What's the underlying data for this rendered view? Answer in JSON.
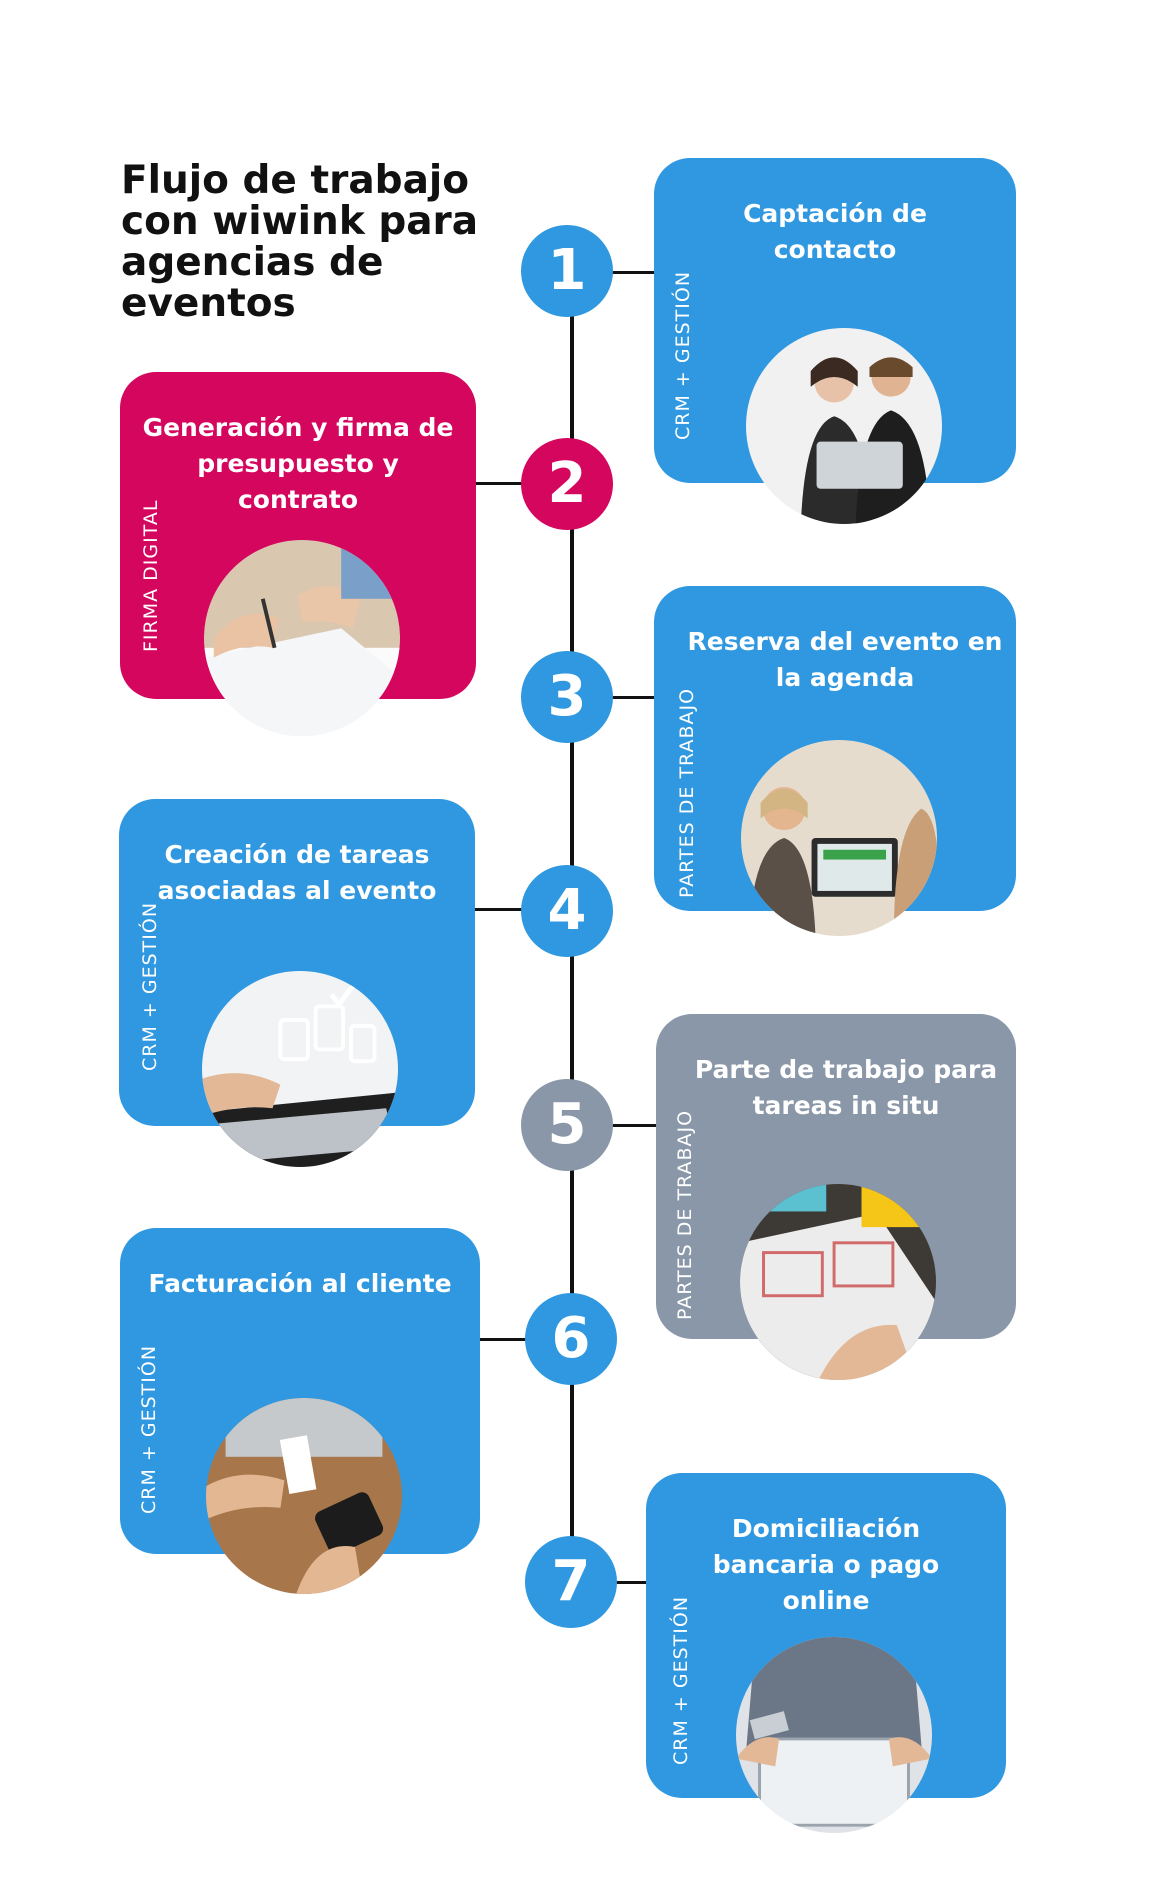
{
  "title": "Flujo de trabajo con wiwink para agencias de eventos",
  "colors": {
    "blue": "#2f98e0",
    "magenta": "#d4065e",
    "gray": "#8a97a8",
    "line": "#111111"
  },
  "steps": [
    {
      "number": "1",
      "title": "Captación de contacto",
      "label": "CRM + GESTIÓN",
      "photo_icon": "people-laptop-icon"
    },
    {
      "number": "2",
      "title": "Generación y firma de presupuesto y contrato",
      "label": "FIRMA DIGITAL",
      "photo_icon": "signing-document-icon"
    },
    {
      "number": "3",
      "title": "Reserva del evento en la agenda",
      "label": "PARTES DE TRABAJO",
      "photo_icon": "meeting-laptop-icon"
    },
    {
      "number": "4",
      "title": "Creación de tareas asociadas al evento",
      "label": "CRM + GESTIÓN",
      "photo_icon": "checklist-laptop-icon"
    },
    {
      "number": "5",
      "title": "Parte de trabajo para tareas in situ",
      "label": "PARTES DE TRABAJO",
      "photo_icon": "papers-notes-icon"
    },
    {
      "number": "6",
      "title": "Facturación al cliente",
      "label": "CRM + GESTIÓN",
      "photo_icon": "card-payment-icon"
    },
    {
      "number": "7",
      "title": "Domiciliación bancaria o pago online",
      "label": "CRM  + GESTIÓN",
      "photo_icon": "tablet-payment-icon"
    }
  ]
}
